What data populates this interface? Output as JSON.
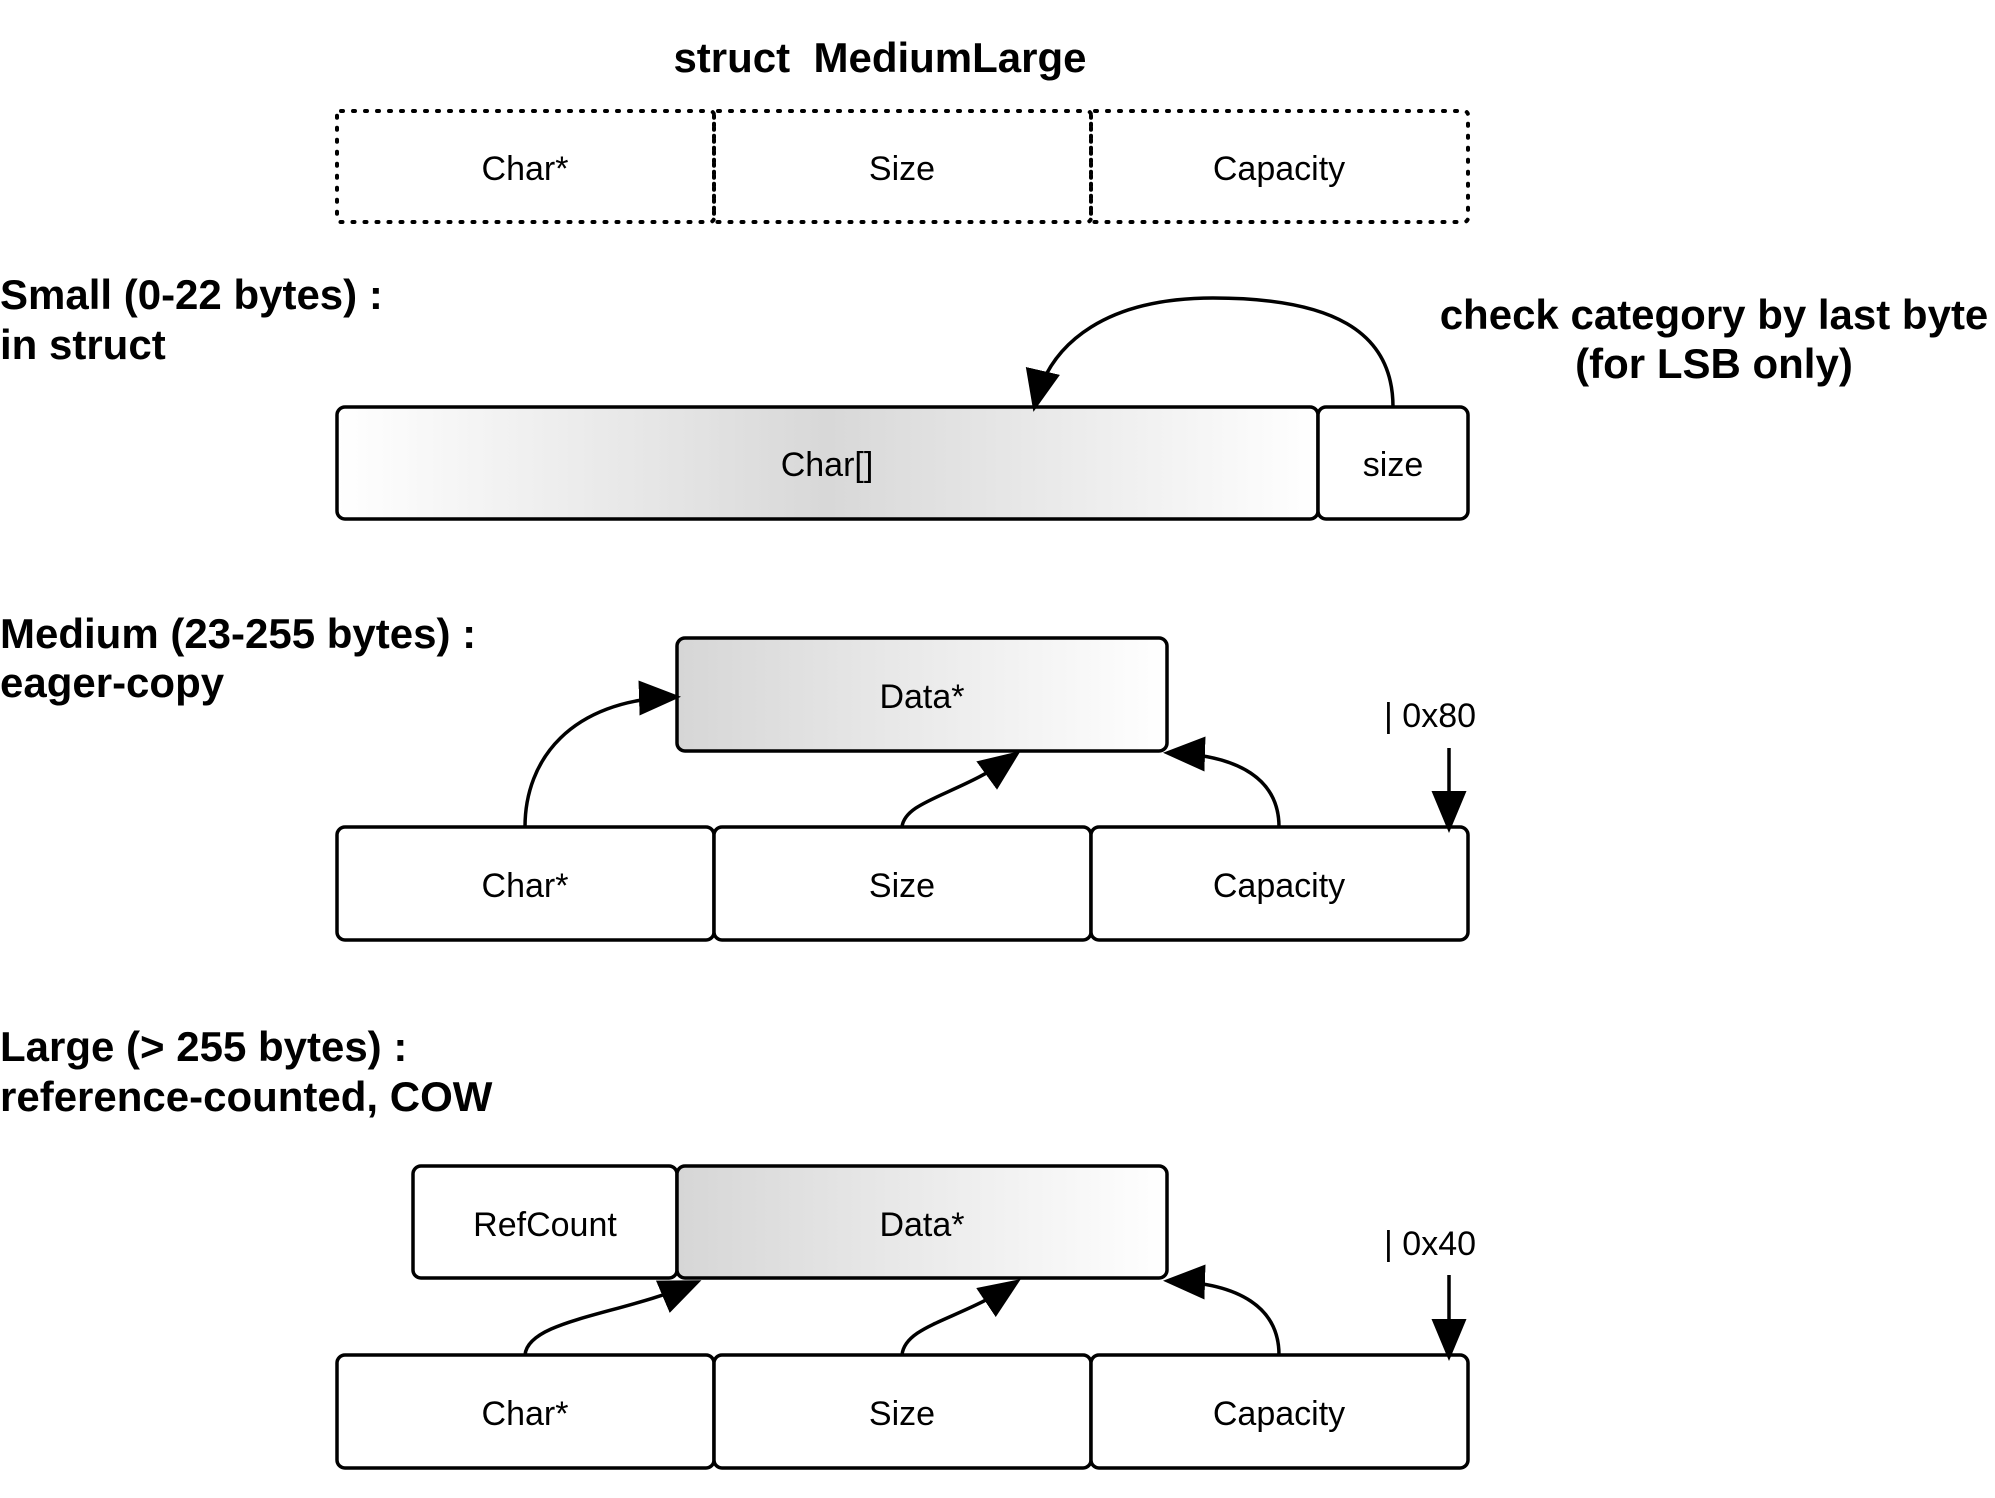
{
  "struct_title": "struct  MediumLarge",
  "struct_fields": [
    "Char*",
    "Size",
    "Capacity"
  ],
  "small": {
    "heading_line1": "Small (0-22 bytes) :",
    "heading_line2": "in struct",
    "chars_label": "Char[]",
    "size_label": "size",
    "note_line1": "check category by last byte",
    "note_line2": "(for LSB only)"
  },
  "medium": {
    "heading_line1": "Medium (23-255 bytes) :",
    "heading_line2": "eager-copy",
    "data_label": "Data*",
    "fields": [
      "Char*",
      "Size",
      "Capacity"
    ],
    "flag_label": "| 0x80"
  },
  "large": {
    "heading_line1": "Large (> 255 bytes) :",
    "heading_line2": "reference-counted, COW",
    "refcount_label": "RefCount",
    "data_label": "Data*",
    "fields": [
      "Char*",
      "Size",
      "Capacity"
    ],
    "flag_label": "| 0x40"
  }
}
